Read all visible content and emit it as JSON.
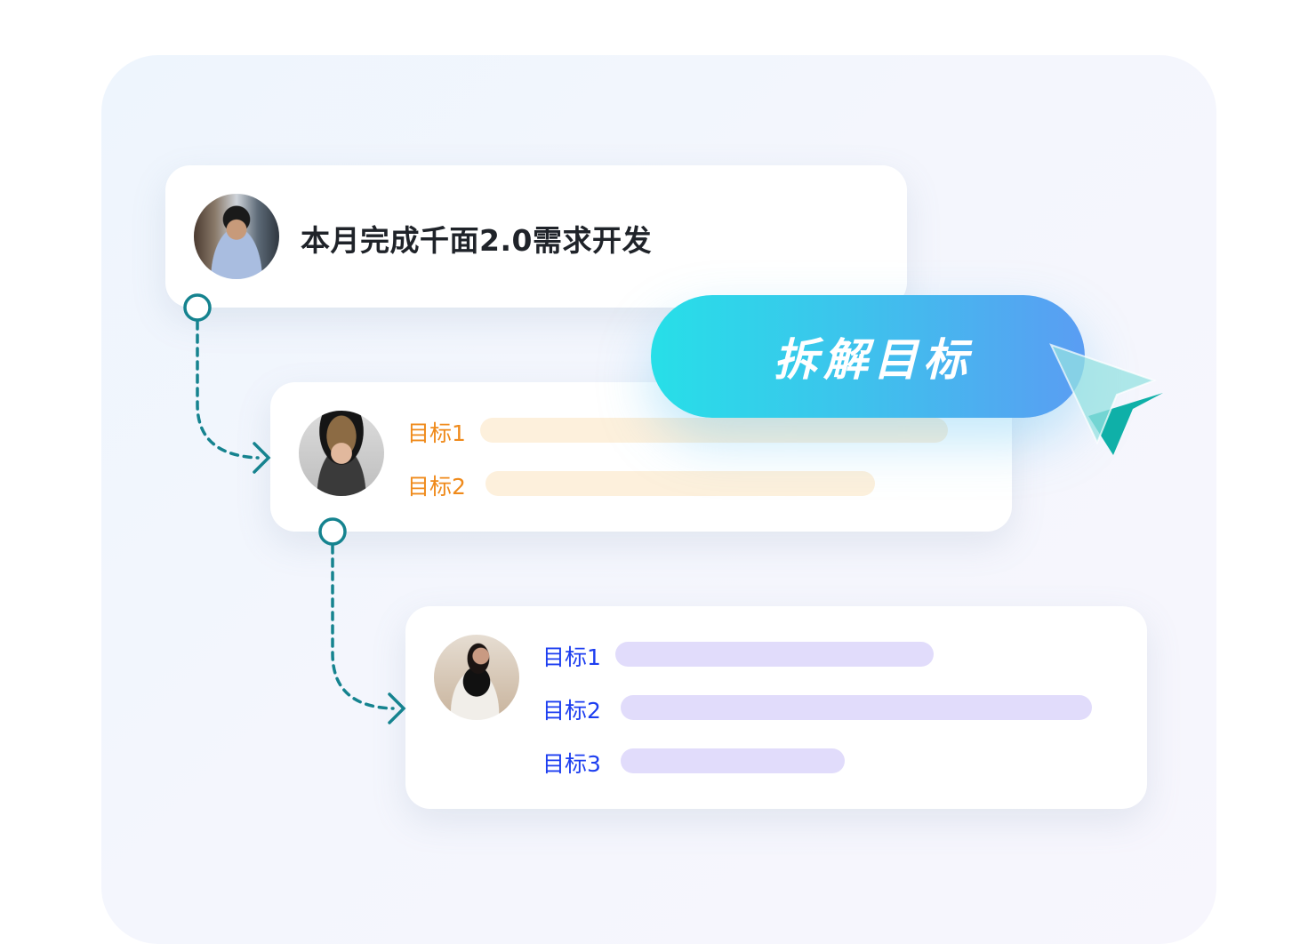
{
  "parent_goal": {
    "title": "本月完成千面2.0需求开发",
    "avatar": "avatar-man-glasses"
  },
  "action_button": {
    "label": "拆解目标",
    "gradient": [
      "#27dfe8",
      "#5a9df3"
    ],
    "cursor_icon": "pointer-arrow-icon"
  },
  "sub_goals_level1": {
    "avatar": "avatar-young-man-hat",
    "label_color": "#ef8a1b",
    "bar_color": "#fdf0dc",
    "items": [
      {
        "label": "目标1"
      },
      {
        "label": "目标2"
      }
    ]
  },
  "sub_goals_level2": {
    "avatar": "avatar-woman-sitting",
    "label_color": "#1d3ef0",
    "bar_color": "#e1dcfb",
    "items": [
      {
        "label": "目标1"
      },
      {
        "label": "目标2"
      },
      {
        "label": "目标3"
      }
    ]
  },
  "connector_color": "#15838f"
}
